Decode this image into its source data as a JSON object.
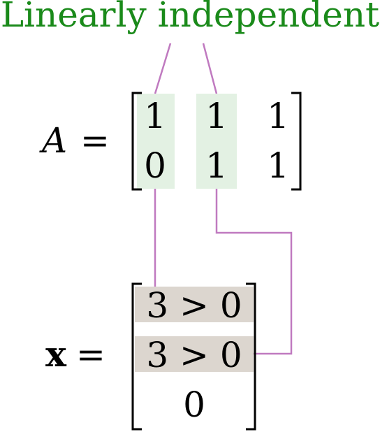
{
  "title": "Linearly independent",
  "title_color": "#1a8a1a",
  "connector_color": "#c07ac0",
  "column_highlight_color": "#e3f1e3",
  "row_highlight_color": "#dcd6cf",
  "matrix_A": {
    "label": "A",
    "equals": "=",
    "rows": [
      [
        "1",
        "1",
        "1"
      ],
      [
        "0",
        "1",
        "1"
      ]
    ],
    "highlighted_columns": [
      0,
      1
    ]
  },
  "vector_x": {
    "label": "x",
    "equals": "=",
    "entries": [
      "3 > 0",
      "3 > 0",
      "0"
    ],
    "highlighted_rows": [
      0,
      1
    ]
  }
}
